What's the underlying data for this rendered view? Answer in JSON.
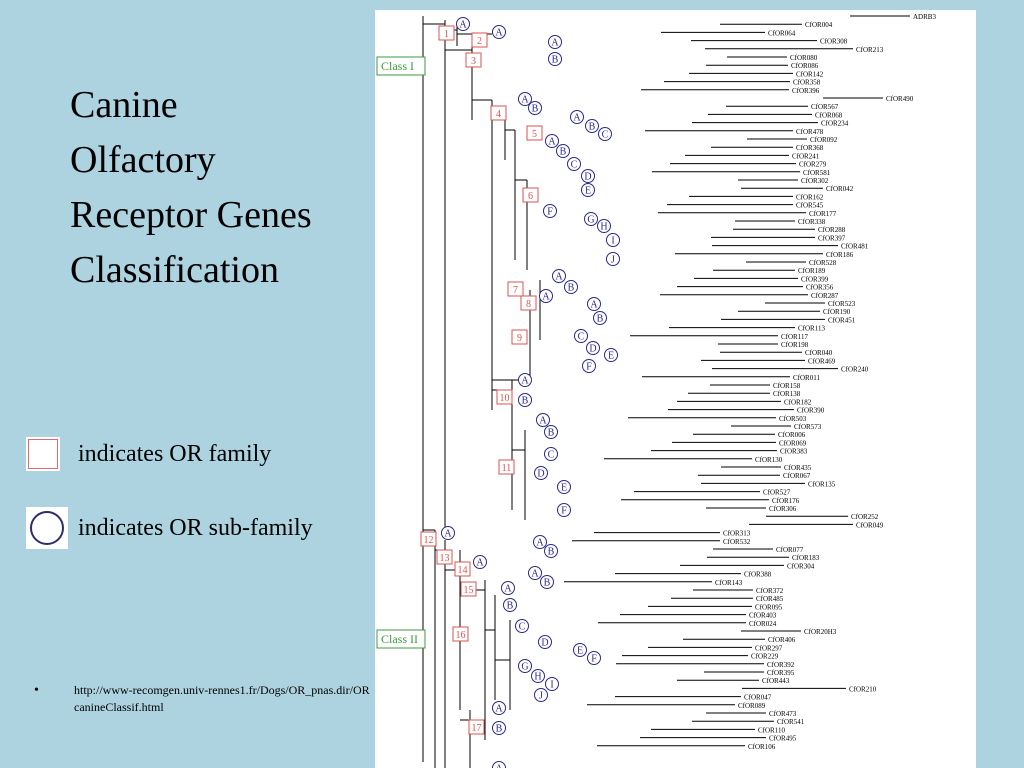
{
  "slide": {
    "title": "Canine\nOlfactory\nReceptor Genes\nClassification",
    "legend": {
      "family_text": "indicates OR family",
      "subfamily_text": "indicates OR sub-family"
    },
    "bullet": "•",
    "source_url": "http://www-recomgen.univ-rennes1.fr/Dogs/OR_pnas.dir/ORcanineClassif.html"
  },
  "tree": {
    "class_labels": [
      "Class I",
      "Class II"
    ],
    "colors": {
      "family": "#d9534f",
      "subfamily": "#2a2a8a",
      "class": "#3c9a3c",
      "line": "#000000"
    },
    "families": [
      "1",
      "2",
      "3",
      "4",
      "5",
      "6",
      "7",
      "8",
      "9",
      "10",
      "11",
      "12",
      "13",
      "14",
      "15",
      "16",
      "17"
    ],
    "subfamily_letters": [
      "A",
      "B",
      "C",
      "D",
      "E",
      "F",
      "G",
      "H",
      "I",
      "J"
    ],
    "genes": [
      "ADRB3",
      "CfOR004",
      "CfOR064",
      "CfOR308",
      "CfOR213",
      "CfOR080",
      "CfOR086",
      "CfOR142",
      "CfOR358",
      "CfOR396",
      "CfOR490",
      "CfOR567",
      "CfOR068",
      "CfOR234",
      "CfOR478",
      "CfOR092",
      "CfOR368",
      "CfOR241",
      "CfOR279",
      "CfOR581",
      "CfOR302",
      "CfOR042",
      "CfOR162",
      "CfOR545",
      "CfOR177",
      "CfOR338",
      "CfOR288",
      "CfOR397",
      "CfOR481",
      "CfOR186",
      "CfOR528",
      "CfOR189",
      "CfOR399",
      "CfOR356",
      "CfOR287",
      "CfOR523",
      "CfOR190",
      "CfOR451",
      "CfOR113",
      "CfOR117",
      "CfOR198",
      "CfOR040",
      "CfOR469",
      "CfOR240",
      "CfOR011",
      "CfOR158",
      "CfOR138",
      "CfOR182",
      "CfOR390",
      "CfOR503",
      "CfOR573",
      "CfOR006",
      "CfOR069",
      "CfOR383",
      "CfOR130",
      "CfOR435",
      "CfOR067",
      "CfOR135",
      "CfOR527",
      "CfOR176",
      "CfOR306",
      "CfOR252",
      "CfOR049",
      "CfOR313",
      "CfOR532",
      "CfOR077",
      "CfOR183",
      "CfOR304",
      "CfOR388",
      "CfOR143",
      "CfOR372",
      "CfOR485",
      "CfOR095",
      "CfOR403",
      "CfOR024",
      "CfOR20H3",
      "CfOR406",
      "CfOR297",
      "CfOR229",
      "CfOR392",
      "CfOR395",
      "CfOR443",
      "CfOR210",
      "CfOR047",
      "CfOR089",
      "CfOR473",
      "CfOR541",
      "CfOR110",
      "CfOR495",
      "CfOR106"
    ]
  }
}
